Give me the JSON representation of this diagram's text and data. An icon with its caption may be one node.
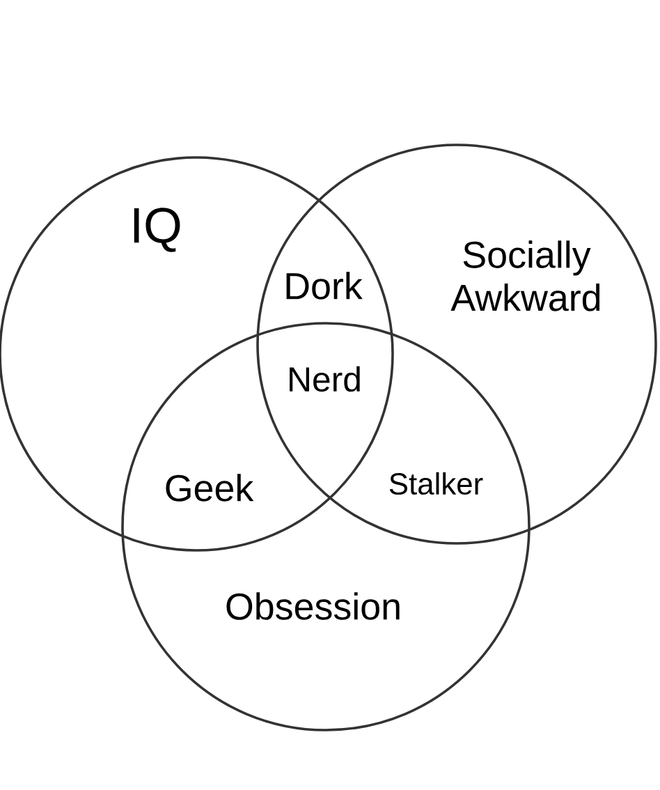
{
  "diagram": {
    "nodes": [
      {
        "text": [
          "IQ"
        ]
      },
      {
        "text": [
          "Socially Awkward"
        ]
      },
      {
        "text": [
          "Obsession"
        ]
      }
    ],
    "labels": [
      "Dork",
      "Nerd",
      "Geek",
      "Stalker"
    ]
  }
}
